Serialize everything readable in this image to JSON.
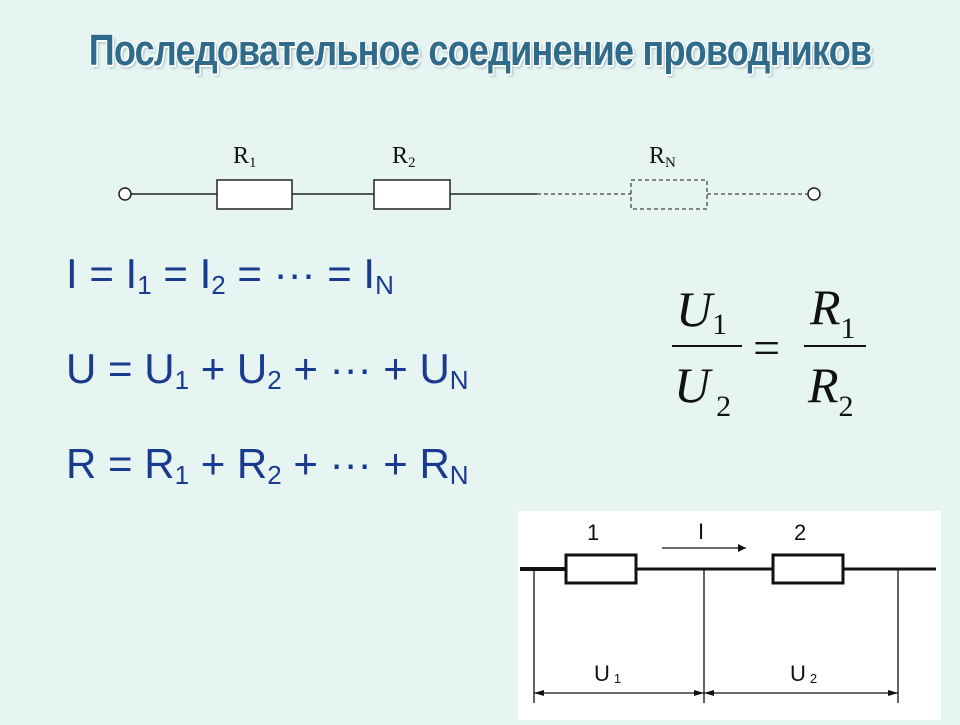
{
  "title": "Последовательное соединение проводников",
  "circuit": {
    "resistors": [
      {
        "label": "R",
        "sub": "1"
      },
      {
        "label": "R",
        "sub": "2"
      },
      {
        "label": "R",
        "sub": "N"
      }
    ]
  },
  "formulas": {
    "current": {
      "lhs": "I",
      "terms": [
        "I",
        "I",
        "···",
        "I"
      ],
      "subs": [
        "1",
        "2",
        "",
        "N"
      ],
      "op": "="
    },
    "voltage": {
      "lhs": "U",
      "terms": [
        "U",
        "U",
        "···",
        "U"
      ],
      "subs": [
        "1",
        "2",
        "",
        "N"
      ],
      "op": "+"
    },
    "resistance": {
      "lhs": "R",
      "terms": [
        "R",
        "R",
        "···",
        "R"
      ],
      "subs": [
        "1",
        "2",
        "",
        "N"
      ],
      "op": "+"
    }
  },
  "ratio": {
    "num_left": "U",
    "num_left_sub": "1",
    "den_left": "U",
    "den_left_sub": "2",
    "num_right": "R",
    "num_right_sub": "1",
    "den_right": "R",
    "den_right_sub": "2",
    "equals": "="
  },
  "photo": {
    "label_1": "1",
    "label_2": "2",
    "current_label": "I",
    "u1": "U",
    "u1_sub": "1",
    "u2": "U",
    "u2_sub": "2"
  }
}
